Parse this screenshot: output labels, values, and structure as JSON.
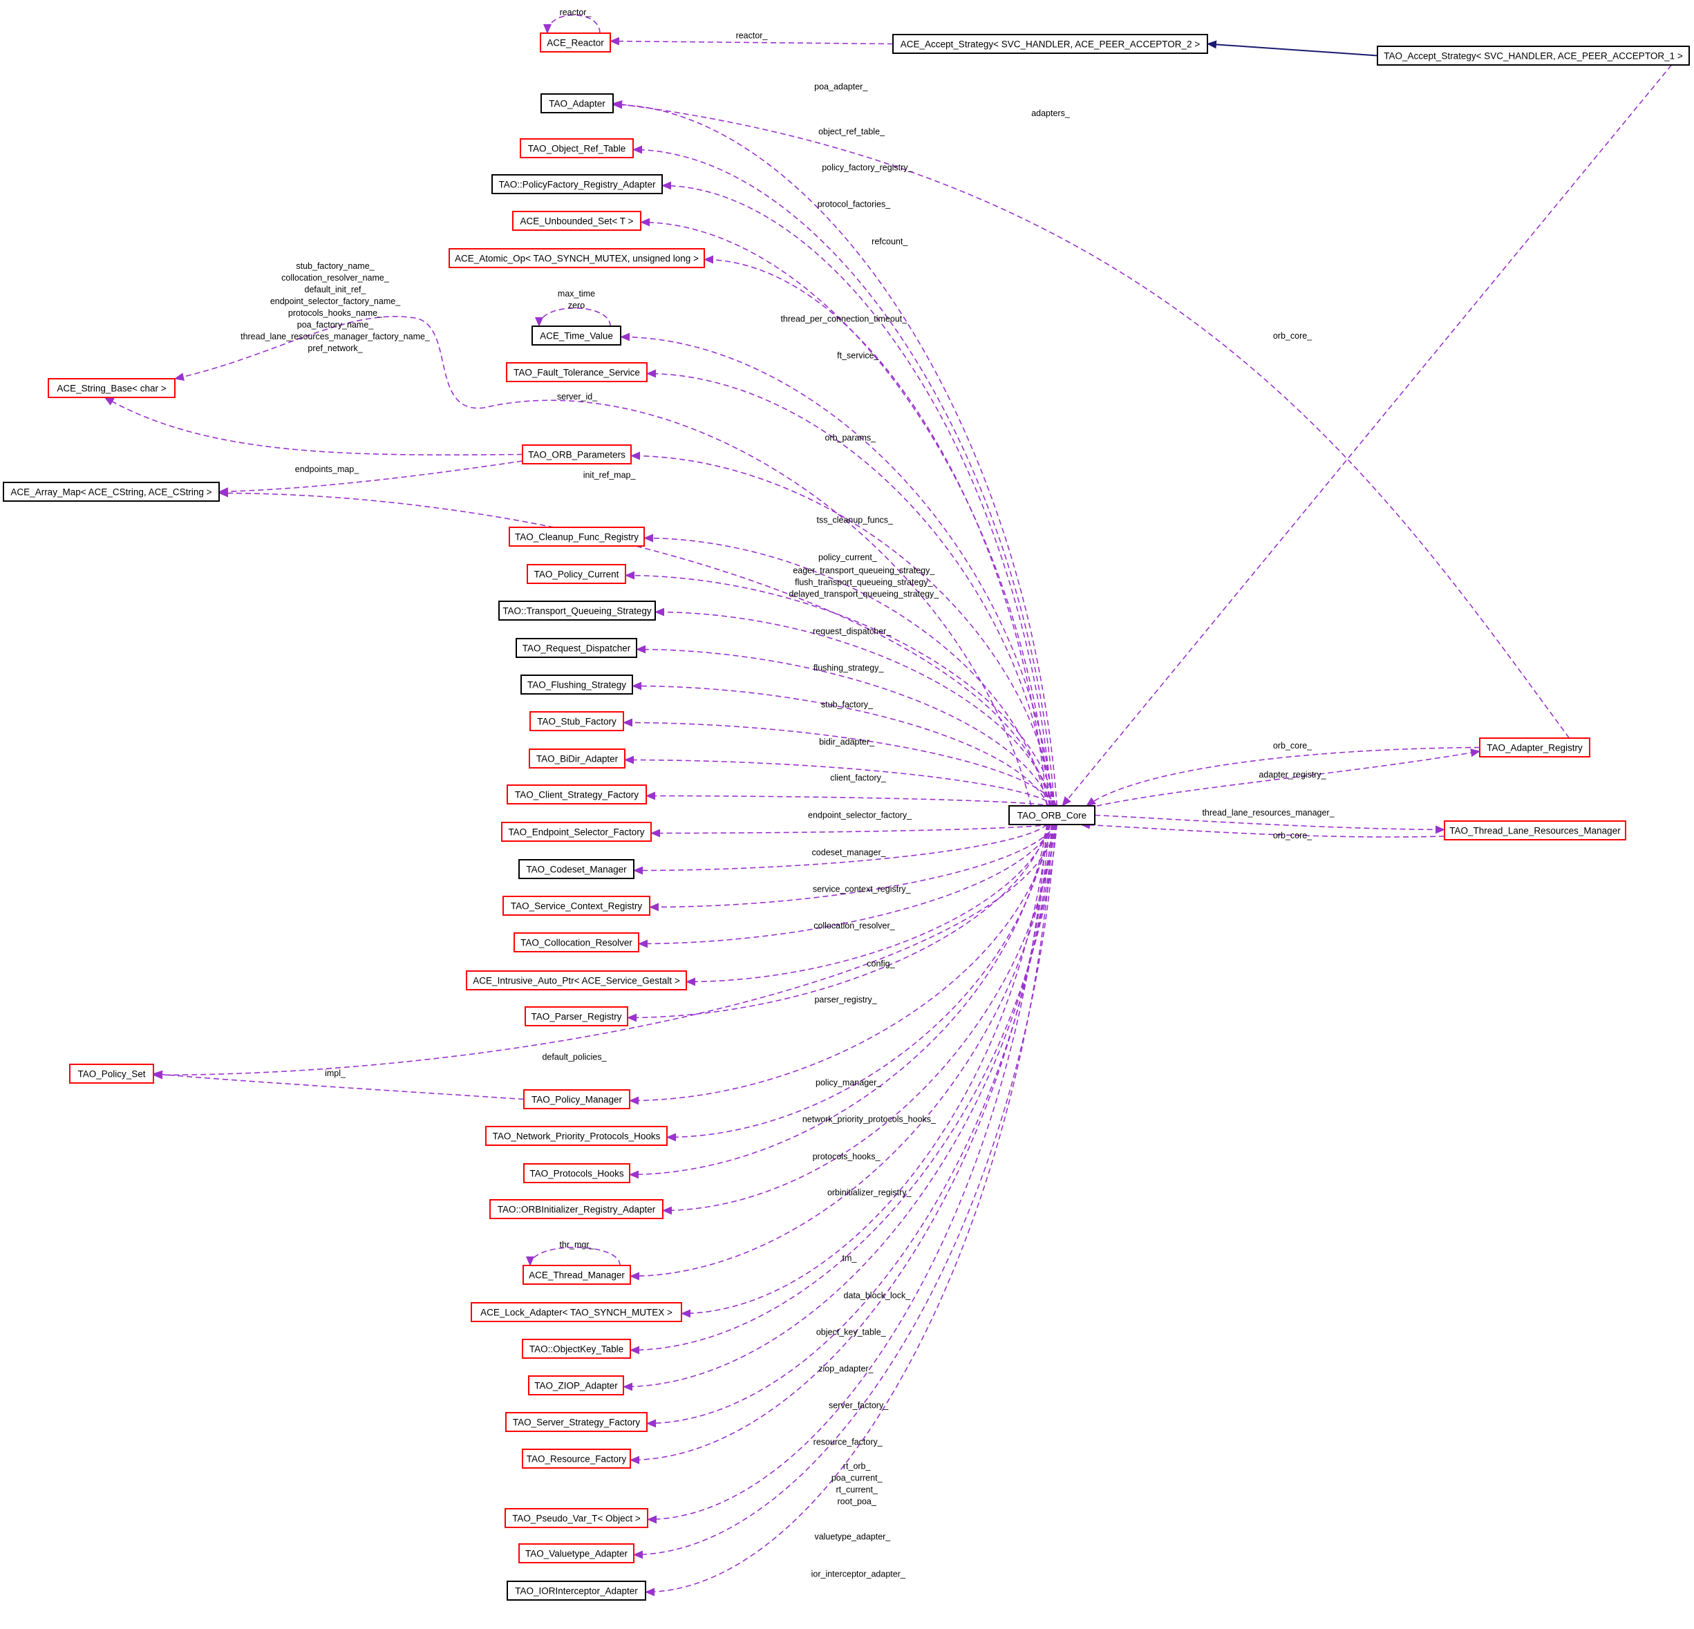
{
  "colors": {
    "assoc": "#9a32cd",
    "inherit": "#191970",
    "incomplete_border": "#ff0000",
    "complete_border": "#000000",
    "focus_fill": "#bfbfbf"
  },
  "nodes": [
    {
      "id": "tao_accept_strategy",
      "label": "TAO_Accept_Strategy< SVC_HANDLER, ACE_PEER_ACCEPTOR_1 >",
      "border": "complete",
      "focus": true
    },
    {
      "id": "ace_accept_strategy",
      "label": "ACE_Accept_Strategy< SVC_HANDLER, ACE_PEER_ACCEPTOR_2 >",
      "border": "complete"
    },
    {
      "id": "ace_reactor",
      "label": "ACE_Reactor",
      "border": "incomplete"
    },
    {
      "id": "tao_adapter",
      "label": "TAO_Adapter",
      "border": "complete"
    },
    {
      "id": "tao_object_ref_table",
      "label": "TAO_Object_Ref_Table",
      "border": "incomplete"
    },
    {
      "id": "policyfactory_registry_adapter",
      "label": "TAO::PolicyFactory_Registry_Adapter",
      "border": "complete"
    },
    {
      "id": "ace_unbounded_set",
      "label": "ACE_Unbounded_Set< T >",
      "border": "incomplete"
    },
    {
      "id": "ace_atomic_op",
      "label": "ACE_Atomic_Op< TAO_SYNCH_MUTEX, unsigned long >",
      "border": "incomplete"
    },
    {
      "id": "ace_time_value",
      "label": "ACE_Time_Value",
      "border": "complete"
    },
    {
      "id": "tao_fault_tolerance_service",
      "label": "TAO_Fault_Tolerance_Service",
      "border": "incomplete"
    },
    {
      "id": "ace_string_base",
      "label": "ACE_String_Base< char >",
      "border": "incomplete"
    },
    {
      "id": "tao_orb_parameters",
      "label": "TAO_ORB_Parameters",
      "border": "incomplete"
    },
    {
      "id": "ace_array_map",
      "label": "ACE_Array_Map< ACE_CString, ACE_CString >",
      "border": "complete"
    },
    {
      "id": "tao_cleanup_func_registry",
      "label": "TAO_Cleanup_Func_Registry",
      "border": "incomplete"
    },
    {
      "id": "tao_policy_current",
      "label": "TAO_Policy_Current",
      "border": "incomplete"
    },
    {
      "id": "transport_queueing_strategy",
      "label": "TAO::Transport_Queueing_Strategy",
      "border": "complete"
    },
    {
      "id": "tao_request_dispatcher",
      "label": "TAO_Request_Dispatcher",
      "border": "complete"
    },
    {
      "id": "tao_flushing_strategy",
      "label": "TAO_Flushing_Strategy",
      "border": "complete"
    },
    {
      "id": "tao_stub_factory",
      "label": "TAO_Stub_Factory",
      "border": "incomplete"
    },
    {
      "id": "tao_bidir_adapter",
      "label": "TAO_BiDir_Adapter",
      "border": "incomplete"
    },
    {
      "id": "tao_client_strategy_factory",
      "label": "TAO_Client_Strategy_Factory",
      "border": "incomplete"
    },
    {
      "id": "tao_endpoint_selector_factory",
      "label": "TAO_Endpoint_Selector_Factory",
      "border": "incomplete"
    },
    {
      "id": "tao_codeset_manager",
      "label": "TAO_Codeset_Manager",
      "border": "complete"
    },
    {
      "id": "tao_service_context_registry",
      "label": "TAO_Service_Context_Registry",
      "border": "incomplete"
    },
    {
      "id": "tao_collocation_resolver",
      "label": "TAO_Collocation_Resolver",
      "border": "incomplete"
    },
    {
      "id": "ace_intrusive_auto_ptr",
      "label": "ACE_Intrusive_Auto_Ptr< ACE_Service_Gestalt >",
      "border": "incomplete"
    },
    {
      "id": "tao_parser_registry",
      "label": "TAO_Parser_Registry",
      "border": "incomplete"
    },
    {
      "id": "tao_policy_set",
      "label": "TAO_Policy_Set",
      "border": "incomplete"
    },
    {
      "id": "tao_policy_manager",
      "label": "TAO_Policy_Manager",
      "border": "incomplete"
    },
    {
      "id": "tao_network_priority_protocols_hooks",
      "label": "TAO_Network_Priority_Protocols_Hooks",
      "border": "incomplete"
    },
    {
      "id": "tao_protocols_hooks",
      "label": "TAO_Protocols_Hooks",
      "border": "incomplete"
    },
    {
      "id": "orbinitializer_registry_adapter",
      "label": "TAO::ORBInitializer_Registry_Adapter",
      "border": "incomplete"
    },
    {
      "id": "ace_thread_manager",
      "label": "ACE_Thread_Manager",
      "border": "incomplete"
    },
    {
      "id": "ace_lock_adapter",
      "label": "ACE_Lock_Adapter< TAO_SYNCH_MUTEX >",
      "border": "incomplete"
    },
    {
      "id": "objectkey_table",
      "label": "TAO::ObjectKey_Table",
      "border": "incomplete"
    },
    {
      "id": "tao_ziop_adapter",
      "label": "TAO_ZIOP_Adapter",
      "border": "incomplete"
    },
    {
      "id": "tao_server_strategy_factory",
      "label": "TAO_Server_Strategy_Factory",
      "border": "incomplete"
    },
    {
      "id": "tao_resource_factory",
      "label": "TAO_Resource_Factory",
      "border": "incomplete"
    },
    {
      "id": "tao_pseudo_var_t",
      "label": "TAO_Pseudo_Var_T< Object >",
      "border": "incomplete"
    },
    {
      "id": "tao_valuetype_adapter",
      "label": "TAO_Valuetype_Adapter",
      "border": "incomplete"
    },
    {
      "id": "tao_iorinterceptor_adapter",
      "label": "TAO_IORInterceptor_Adapter",
      "border": "complete"
    },
    {
      "id": "tao_orb_core",
      "label": "TAO_ORB_Core",
      "border": "complete"
    },
    {
      "id": "tao_adapter_registry",
      "label": "TAO_Adapter_Registry",
      "border": "incomplete"
    },
    {
      "id": "tao_thread_lane_resources_manager",
      "label": "TAO_Thread_Lane_Resources_Manager",
      "border": "incomplete"
    }
  ],
  "edges": [
    {
      "from": "tao_accept_strategy",
      "to": "ace_accept_strategy",
      "kind": "inherit",
      "label": []
    },
    {
      "from": "ace_accept_strategy",
      "to": "ace_reactor",
      "kind": "assoc",
      "label": [
        "reactor_"
      ]
    },
    {
      "from": "ace_reactor",
      "to": "ace_reactor",
      "kind": "assoc",
      "label": [
        "reactor_"
      ]
    },
    {
      "from": "tao_accept_strategy",
      "to": "tao_orb_core",
      "kind": "assoc",
      "label": [
        "orb_core_"
      ]
    },
    {
      "from": "tao_adapter_registry",
      "to": "tao_adapter",
      "kind": "assoc",
      "label": [
        "adapters_"
      ]
    },
    {
      "from": "tao_orb_core",
      "to": "tao_adapter",
      "kind": "assoc",
      "label": [
        "poa_adapter_"
      ]
    },
    {
      "from": "tao_orb_core",
      "to": "tao_object_ref_table",
      "kind": "assoc",
      "label": [
        "object_ref_table_"
      ]
    },
    {
      "from": "tao_orb_core",
      "to": "policyfactory_registry_adapter",
      "kind": "assoc",
      "label": [
        "policy_factory_registry_"
      ]
    },
    {
      "from": "tao_orb_core",
      "to": "ace_unbounded_set",
      "kind": "assoc",
      "label": [
        "protocol_factories_"
      ]
    },
    {
      "from": "tao_orb_core",
      "to": "ace_atomic_op",
      "kind": "assoc",
      "label": [
        "refcount_"
      ]
    },
    {
      "from": "ace_time_value",
      "to": "ace_time_value",
      "kind": "assoc",
      "label": [
        "max_time",
        "zero"
      ]
    },
    {
      "from": "tao_orb_core",
      "to": "ace_time_value",
      "kind": "assoc",
      "label": [
        "thread_per_connection_timeout_"
      ]
    },
    {
      "from": "tao_orb_core",
      "to": "tao_fault_tolerance_service",
      "kind": "assoc",
      "label": [
        "ft_service_"
      ]
    },
    {
      "from": "tao_orb_core",
      "to": "ace_string_base",
      "kind": "assoc",
      "label": [
        "server_id_"
      ]
    },
    {
      "from": "tao_orb_parameters",
      "to": "ace_string_base",
      "kind": "assoc",
      "label": [
        "stub_factory_name_",
        "collocation_resolver_name_",
        "default_init_ref_",
        "endpoint_selector_factory_name_",
        "protocols_hooks_name_",
        "poa_factory_name_",
        "thread_lane_resources_manager_factory_name_",
        "pref_network_"
      ]
    },
    {
      "from": "tao_orb_core",
      "to": "tao_orb_parameters",
      "kind": "assoc",
      "label": [
        "orb_params_"
      ]
    },
    {
      "from": "tao_orb_parameters",
      "to": "ace_array_map",
      "kind": "assoc",
      "label": [
        "endpoints_map_"
      ]
    },
    {
      "from": "tao_orb_core",
      "to": "ace_array_map",
      "kind": "assoc",
      "label": [
        "init_ref_map_"
      ]
    },
    {
      "from": "tao_orb_core",
      "to": "tao_cleanup_func_registry",
      "kind": "assoc",
      "label": [
        "tss_cleanup_funcs_"
      ]
    },
    {
      "from": "tao_orb_core",
      "to": "tao_policy_current",
      "kind": "assoc",
      "label": [
        "policy_current_"
      ]
    },
    {
      "from": "tao_orb_core",
      "to": "transport_queueing_strategy",
      "kind": "assoc",
      "label": [
        "eager_transport_queueing_strategy_",
        "flush_transport_queueing_strategy_",
        "delayed_transport_queueing_strategy_"
      ]
    },
    {
      "from": "tao_orb_core",
      "to": "tao_request_dispatcher",
      "kind": "assoc",
      "label": [
        "request_dispatcher_"
      ]
    },
    {
      "from": "tao_orb_core",
      "to": "tao_flushing_strategy",
      "kind": "assoc",
      "label": [
        "flushing_strategy_"
      ]
    },
    {
      "from": "tao_orb_core",
      "to": "tao_stub_factory",
      "kind": "assoc",
      "label": [
        "stub_factory_"
      ]
    },
    {
      "from": "tao_orb_core",
      "to": "tao_bidir_adapter",
      "kind": "assoc",
      "label": [
        "bidir_adapter_"
      ]
    },
    {
      "from": "tao_orb_core",
      "to": "tao_client_strategy_factory",
      "kind": "assoc",
      "label": [
        "client_factory_"
      ]
    },
    {
      "from": "tao_orb_core",
      "to": "tao_endpoint_selector_factory",
      "kind": "assoc",
      "label": [
        "endpoint_selector_factory_"
      ]
    },
    {
      "from": "tao_orb_core",
      "to": "tao_codeset_manager",
      "kind": "assoc",
      "label": [
        "codeset_manager_"
      ]
    },
    {
      "from": "tao_orb_core",
      "to": "tao_service_context_registry",
      "kind": "assoc",
      "label": [
        "service_context_registry_"
      ]
    },
    {
      "from": "tao_orb_core",
      "to": "tao_collocation_resolver",
      "kind": "assoc",
      "label": [
        "collocation_resolver_"
      ]
    },
    {
      "from": "tao_orb_core",
      "to": "ace_intrusive_auto_ptr",
      "kind": "assoc",
      "label": [
        "config_"
      ]
    },
    {
      "from": "tao_orb_core",
      "to": "tao_parser_registry",
      "kind": "assoc",
      "label": [
        "parser_registry_"
      ]
    },
    {
      "from": "tao_orb_core",
      "to": "tao_policy_set",
      "kind": "assoc",
      "label": [
        "default_policies_"
      ]
    },
    {
      "from": "tao_policy_manager",
      "to": "tao_policy_set",
      "kind": "assoc",
      "label": [
        "impl_"
      ]
    },
    {
      "from": "tao_orb_core",
      "to": "tao_policy_manager",
      "kind": "assoc",
      "label": [
        "policy_manager_"
      ]
    },
    {
      "from": "tao_orb_core",
      "to": "tao_network_priority_protocols_hooks",
      "kind": "assoc",
      "label": [
        "network_priority_protocols_hooks_"
      ]
    },
    {
      "from": "tao_orb_core",
      "to": "tao_protocols_hooks",
      "kind": "assoc",
      "label": [
        "protocols_hooks_"
      ]
    },
    {
      "from": "tao_orb_core",
      "to": "orbinitializer_registry_adapter",
      "kind": "assoc",
      "label": [
        "orbinitializer_registry_"
      ]
    },
    {
      "from": "tao_orb_core",
      "to": "ace_thread_manager",
      "kind": "assoc",
      "label": [
        "tm_"
      ]
    },
    {
      "from": "ace_thread_manager",
      "to": "ace_thread_manager",
      "kind": "assoc",
      "label": [
        "thr_mgr_"
      ]
    },
    {
      "from": "tao_orb_core",
      "to": "ace_lock_adapter",
      "kind": "assoc",
      "label": [
        "data_block_lock_"
      ]
    },
    {
      "from": "tao_orb_core",
      "to": "objectkey_table",
      "kind": "assoc",
      "label": [
        "object_key_table_"
      ]
    },
    {
      "from": "tao_orb_core",
      "to": "tao_ziop_adapter",
      "kind": "assoc",
      "label": [
        "ziop_adapter_"
      ]
    },
    {
      "from": "tao_orb_core",
      "to": "tao_server_strategy_factory",
      "kind": "assoc",
      "label": [
        "server_factory_"
      ]
    },
    {
      "from": "tao_orb_core",
      "to": "tao_resource_factory",
      "kind": "assoc",
      "label": [
        "resource_factory_"
      ]
    },
    {
      "from": "tao_orb_core",
      "to": "tao_pseudo_var_t",
      "kind": "assoc",
      "label": [
        "rt_orb_",
        "poa_current_",
        "rt_current_",
        "root_poa_"
      ]
    },
    {
      "from": "tao_orb_core",
      "to": "tao_valuetype_adapter",
      "kind": "assoc",
      "label": [
        "valuetype_adapter_"
      ]
    },
    {
      "from": "tao_orb_core",
      "to": "tao_iorinterceptor_adapter",
      "kind": "assoc",
      "label": [
        "ior_interceptor_adapter_"
      ]
    },
    {
      "from": "tao_adapter_registry",
      "to": "tao_orb_core",
      "kind": "assoc",
      "label": [
        "orb_core_"
      ]
    },
    {
      "from": "tao_orb_core",
      "to": "tao_adapter_registry",
      "kind": "assoc",
      "label": [
        "adapter_registry_"
      ]
    },
    {
      "from": "tao_orb_core",
      "to": "tao_thread_lane_resources_manager",
      "kind": "assoc",
      "label": [
        "thread_lane_resources_manager_"
      ]
    },
    {
      "from": "tao_thread_lane_resources_manager",
      "to": "tao_orb_core",
      "kind": "assoc",
      "label": [
        "orb_core_"
      ]
    }
  ]
}
